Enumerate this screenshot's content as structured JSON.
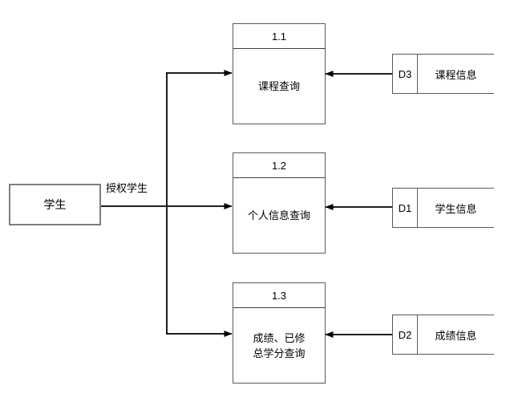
{
  "diagram": {
    "background": "#ffffff",
    "arrow_color": "#000000",
    "box_border_color": "#595959",
    "entity_border_color": "#7f7f7f",
    "entity": {
      "label": "学生"
    },
    "flow_label": "授权学生",
    "processes": [
      {
        "id": "1.1",
        "label_lines": [
          "课程查询",
          ""
        ]
      },
      {
        "id": "1.2",
        "label_lines": [
          "个人信息查询",
          ""
        ]
      },
      {
        "id": "1.3",
        "label_lines": [
          "成绩、已修",
          "总学分查询"
        ]
      }
    ],
    "datastores": [
      {
        "id": "D3",
        "label": "课程信息"
      },
      {
        "id": "D1",
        "label": "学生信息"
      },
      {
        "id": "D2",
        "label": "成绩信息"
      }
    ]
  }
}
